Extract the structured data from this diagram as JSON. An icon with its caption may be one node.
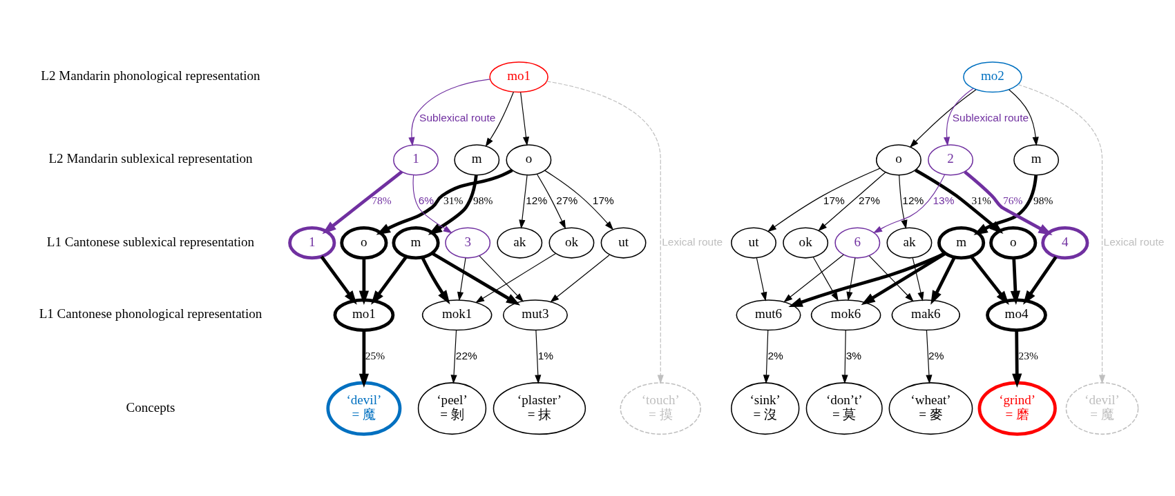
{
  "diagram": {
    "nodes": [
      {
        "text": [
          "mo1"
        ]
      },
      {
        "text": [
          "m"
        ]
      },
      {
        "text": [
          "o"
        ]
      },
      {
        "text": [
          "1"
        ]
      },
      {
        "text": [
          "m"
        ]
      },
      {
        "text": [
          "o"
        ]
      },
      {
        "text": [
          "ok"
        ]
      },
      {
        "text": [
          "ut"
        ]
      },
      {
        "text": [
          "ak"
        ]
      },
      {
        "text": [
          "1"
        ]
      },
      {
        "text": [
          "3"
        ]
      },
      {
        "text": [
          "mo1"
        ]
      },
      {
        "text": [
          "mok1"
        ]
      },
      {
        "text": [
          "mut3"
        ]
      },
      {
        "text": [
          "‘touch’",
          "= 摸"
        ]
      },
      {
        "text": [
          "‘devil’",
          "= 魔"
        ]
      },
      {
        "text": [
          "‘peel’",
          "= 剝"
        ]
      },
      {
        "text": [
          "‘plaster’",
          "= 抹"
        ]
      },
      {
        "text": [
          "mo2"
        ]
      },
      {
        "text": [
          "m"
        ]
      },
      {
        "text": [
          "o"
        ]
      },
      {
        "text": [
          "2"
        ]
      },
      {
        "text": [
          "m"
        ]
      },
      {
        "text": [
          "o"
        ]
      },
      {
        "text": [
          "ok"
        ]
      },
      {
        "text": [
          "ut"
        ]
      },
      {
        "text": [
          "ak"
        ]
      },
      {
        "text": [
          "4"
        ]
      },
      {
        "text": [
          "6"
        ]
      },
      {
        "text": [
          "mo4"
        ]
      },
      {
        "text": [
          "mok6"
        ]
      },
      {
        "text": [
          "mut6"
        ]
      },
      {
        "text": [
          "mak6"
        ]
      },
      {
        "text": [
          "‘devil’",
          "= 魔"
        ]
      },
      {
        "text": [
          "‘grind’",
          "= 磨"
        ]
      },
      {
        "text": [
          "‘don’t’",
          "= 莫"
        ]
      },
      {
        "text": [
          "‘sink’",
          "= 沒"
        ]
      },
      {
        "text": [
          "‘wheat’",
          "= 麥"
        ]
      }
    ],
    "edges": [
      {
        "from": 0,
        "to": 1,
        "arrow": "to"
      },
      {
        "from": 0,
        "to": 2,
        "arrow": "to"
      },
      {
        "from": 0,
        "to": 3,
        "arrow": "to",
        "color": "#7030a0",
        "label": "Sublexical route"
      },
      {
        "from": 0,
        "to": 14,
        "arrow": "to",
        "style": "dashed",
        "color": "#bfbfbf",
        "label": "Lexical route"
      },
      {
        "from": 1,
        "to": 4,
        "arrow": "to",
        "style": "thick",
        "label": "98%"
      },
      {
        "from": 2,
        "to": 5,
        "arrow": "to",
        "style": "thick",
        "label": "31%"
      },
      {
        "from": 2,
        "to": 6,
        "arrow": "to",
        "label": "27%"
      },
      {
        "from": 2,
        "to": 7,
        "arrow": "to",
        "label": "17%"
      },
      {
        "from": 2,
        "to": 8,
        "arrow": "to",
        "label": "12%"
      },
      {
        "from": 3,
        "to": 9,
        "arrow": "to",
        "style": "thick",
        "color": "#7030a0",
        "label": "78%"
      },
      {
        "from": 3,
        "to": 10,
        "arrow": "to",
        "color": "#7030a0",
        "label": "6%"
      },
      {
        "from": 4,
        "to": 11,
        "arrow": "to",
        "style": "thick"
      },
      {
        "from": 4,
        "to": 12,
        "arrow": "to",
        "style": "thick"
      },
      {
        "from": 4,
        "to": 13,
        "arrow": "to",
        "style": "thick"
      },
      {
        "from": 5,
        "to": 11,
        "arrow": "to",
        "style": "thick"
      },
      {
        "from": 6,
        "to": 12,
        "arrow": "to"
      },
      {
        "from": 7,
        "to": 13,
        "arrow": "to"
      },
      {
        "from": 9,
        "to": 11,
        "arrow": "to",
        "style": "thick"
      },
      {
        "from": 10,
        "to": 12,
        "arrow": "to"
      },
      {
        "from": 10,
        "to": 13,
        "arrow": "to"
      },
      {
        "from": 11,
        "to": 15,
        "arrow": "to",
        "style": "thick",
        "label": "25%"
      },
      {
        "from": 12,
        "to": 16,
        "arrow": "to",
        "label": "22%"
      },
      {
        "from": 13,
        "to": 17,
        "arrow": "to",
        "label": "1%"
      },
      {
        "from": 18,
        "to": 19,
        "arrow": "to"
      },
      {
        "from": 18,
        "to": 20,
        "arrow": "to"
      },
      {
        "from": 18,
        "to": 21,
        "arrow": "to",
        "color": "#7030a0",
        "label": "Sublexical route"
      },
      {
        "from": 18,
        "to": 33,
        "arrow": "to",
        "style": "dashed",
        "color": "#bfbfbf",
        "label": "Lexical route"
      },
      {
        "from": 19,
        "to": 22,
        "arrow": "to",
        "style": "thick",
        "label": "98%"
      },
      {
        "from": 20,
        "to": 23,
        "arrow": "to",
        "style": "thick",
        "label": "31%"
      },
      {
        "from": 20,
        "to": 24,
        "arrow": "to",
        "label": "27%"
      },
      {
        "from": 20,
        "to": 25,
        "arrow": "to",
        "label": "17%"
      },
      {
        "from": 20,
        "to": 26,
        "arrow": "to",
        "label": "12%"
      },
      {
        "from": 21,
        "to": 27,
        "arrow": "to",
        "style": "thick",
        "color": "#7030a0",
        "label": "76%"
      },
      {
        "from": 21,
        "to": 28,
        "arrow": "to",
        "color": "#7030a0",
        "label": "13%"
      },
      {
        "from": 22,
        "to": 29,
        "arrow": "to",
        "style": "thick"
      },
      {
        "from": 22,
        "to": 30,
        "arrow": "to",
        "style": "thick"
      },
      {
        "from": 22,
        "to": 31,
        "arrow": "to",
        "style": "thick"
      },
      {
        "from": 22,
        "to": 32,
        "arrow": "to",
        "style": "thick"
      },
      {
        "from": 23,
        "to": 29,
        "arrow": "to",
        "style": "thick"
      },
      {
        "from": 24,
        "to": 30,
        "arrow": "to"
      },
      {
        "from": 25,
        "to": 31,
        "arrow": "to"
      },
      {
        "from": 26,
        "to": 32,
        "arrow": "to"
      },
      {
        "from": 27,
        "to": 29,
        "arrow": "to",
        "style": "thick"
      },
      {
        "from": 28,
        "to": 30,
        "arrow": "to"
      },
      {
        "from": 28,
        "to": 31,
        "arrow": "to"
      },
      {
        "from": 28,
        "to": 32,
        "arrow": "to"
      },
      {
        "from": 29,
        "to": 34,
        "arrow": "to",
        "style": "thick",
        "label": "23%"
      },
      {
        "from": 30,
        "to": 35,
        "arrow": "to",
        "label": "3%"
      },
      {
        "from": 31,
        "to": 36,
        "arrow": "to",
        "label": "2%"
      },
      {
        "from": 32,
        "to": 37,
        "arrow": "to",
        "label": "2%"
      }
    ],
    "labels": [
      "L2 Mandarin phonological representation",
      "L2 Mandarin sublexical representation",
      "L1 Cantonese sublexical representation",
      "L1 Cantonese phonological representation",
      "Concepts"
    ]
  }
}
